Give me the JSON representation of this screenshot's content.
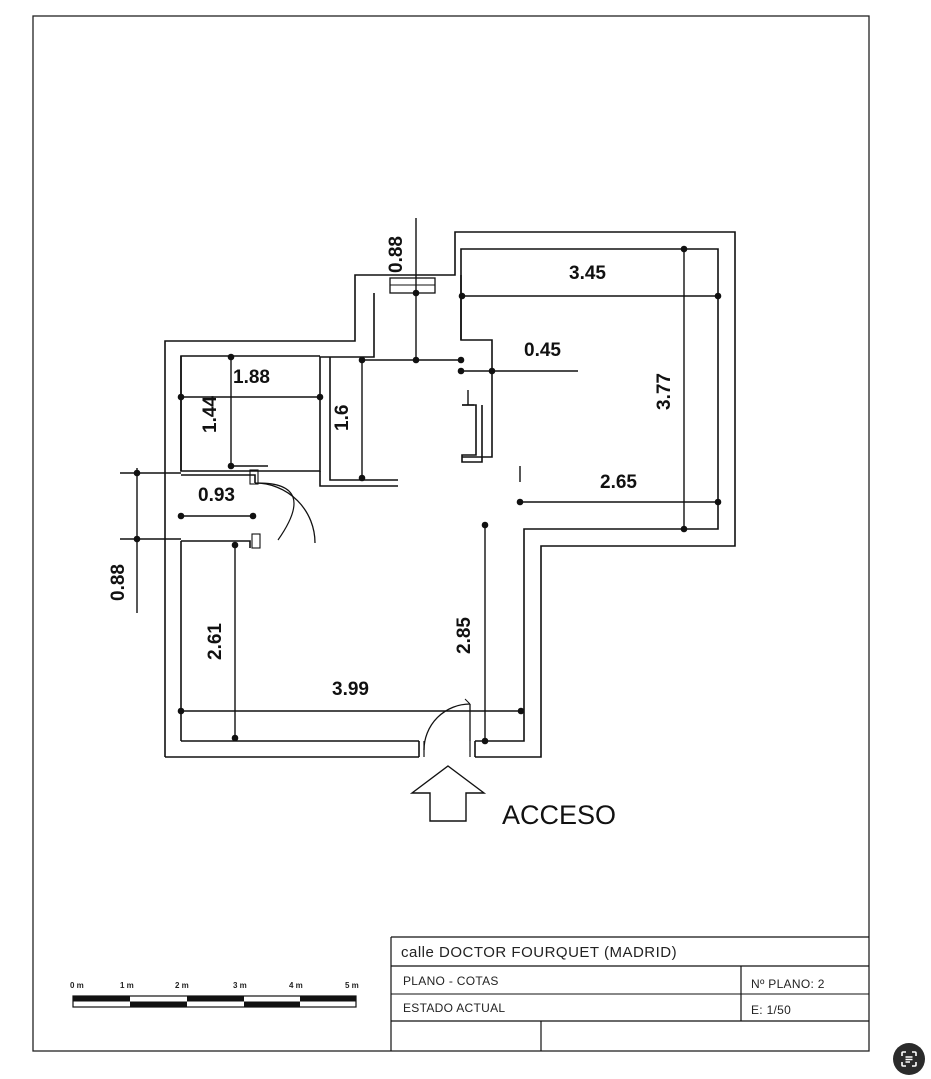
{
  "dimensions": {
    "d_088_top": "0.88",
    "d_345": "3.45",
    "d_045": "0.45",
    "d_188": "1.88",
    "d_144": "1.44",
    "d_16": "1.6",
    "d_377": "3.77",
    "d_093": "0.93",
    "d_265": "2.65",
    "d_088_left": "0.88",
    "d_261": "2.61",
    "d_285": "2.85",
    "d_399": "3.99"
  },
  "access_label": "ACCESO",
  "title_block": {
    "address": "calle  DOCTOR  FOURQUET  (MADRID)",
    "plan_type": "PLANO  -  COTAS",
    "state": "ESTADO  ACTUAL",
    "plan_number": "Nº PLANO:  2",
    "scale": "E:  1/50"
  },
  "scale_bar": {
    "labels": [
      "0 m",
      "1 m",
      "2 m",
      "3 m",
      "4 m",
      "5 m"
    ]
  },
  "icons": {
    "fab": "scan-text-icon"
  }
}
